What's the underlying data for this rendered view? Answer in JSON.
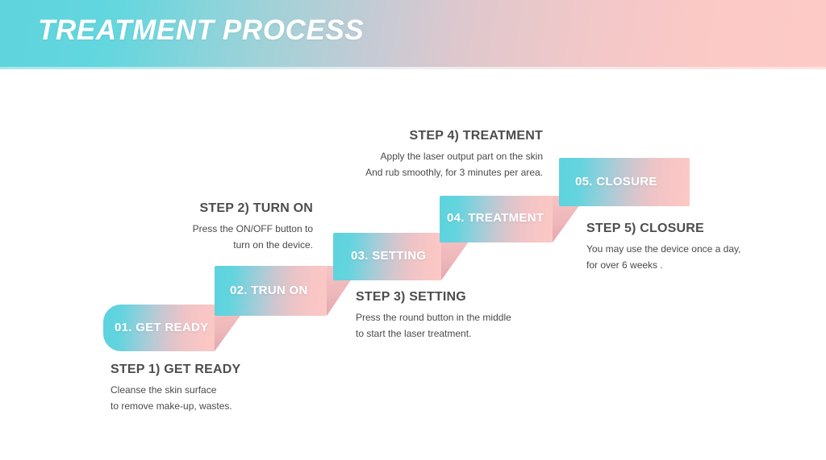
{
  "header": {
    "title": "TREATMENT PROCESS",
    "gradient_from": "#5fd4dd",
    "gradient_to": "#fdcac6"
  },
  "theme": {
    "ribbon_cyan": "#5ed3dd",
    "ribbon_pink": "#fbc8c5",
    "fold_pink": "#eeb7ba",
    "heading_color": "#4d4d4d",
    "body_color": "#4a4a4a",
    "background": "#ffffff"
  },
  "steps": [
    {
      "ribbon_label": "01. GET READY",
      "heading": "STEP 1) GET READY",
      "lines": [
        "Cleanse the skin surface",
        " to remove make-up, wastes."
      ],
      "align": "left"
    },
    {
      "ribbon_label": "02. TRUN ON",
      "heading": "STEP 2) TURN ON",
      "lines": [
        "Press the ON/OFF button to",
        "turn on the device."
      ],
      "align": "right"
    },
    {
      "ribbon_label": "03. SETTING",
      "heading": "STEP 3) SETTING",
      "lines": [
        "Press the round button in the middle",
        "to start the laser treatment."
      ],
      "align": "left"
    },
    {
      "ribbon_label": "04. TREATMENT",
      "heading": "STEP 4) TREATMENT",
      "lines": [
        "Apply the laser output part on the skin",
        "And rub smoothly, for 3 minutes per area."
      ],
      "align": "right"
    },
    {
      "ribbon_label": "05. CLOSURE",
      "heading": "STEP 5) CLOSURE",
      "lines": [
        "You may use the device once a day,",
        " for over 6 weeks ."
      ],
      "align": "left"
    }
  ]
}
